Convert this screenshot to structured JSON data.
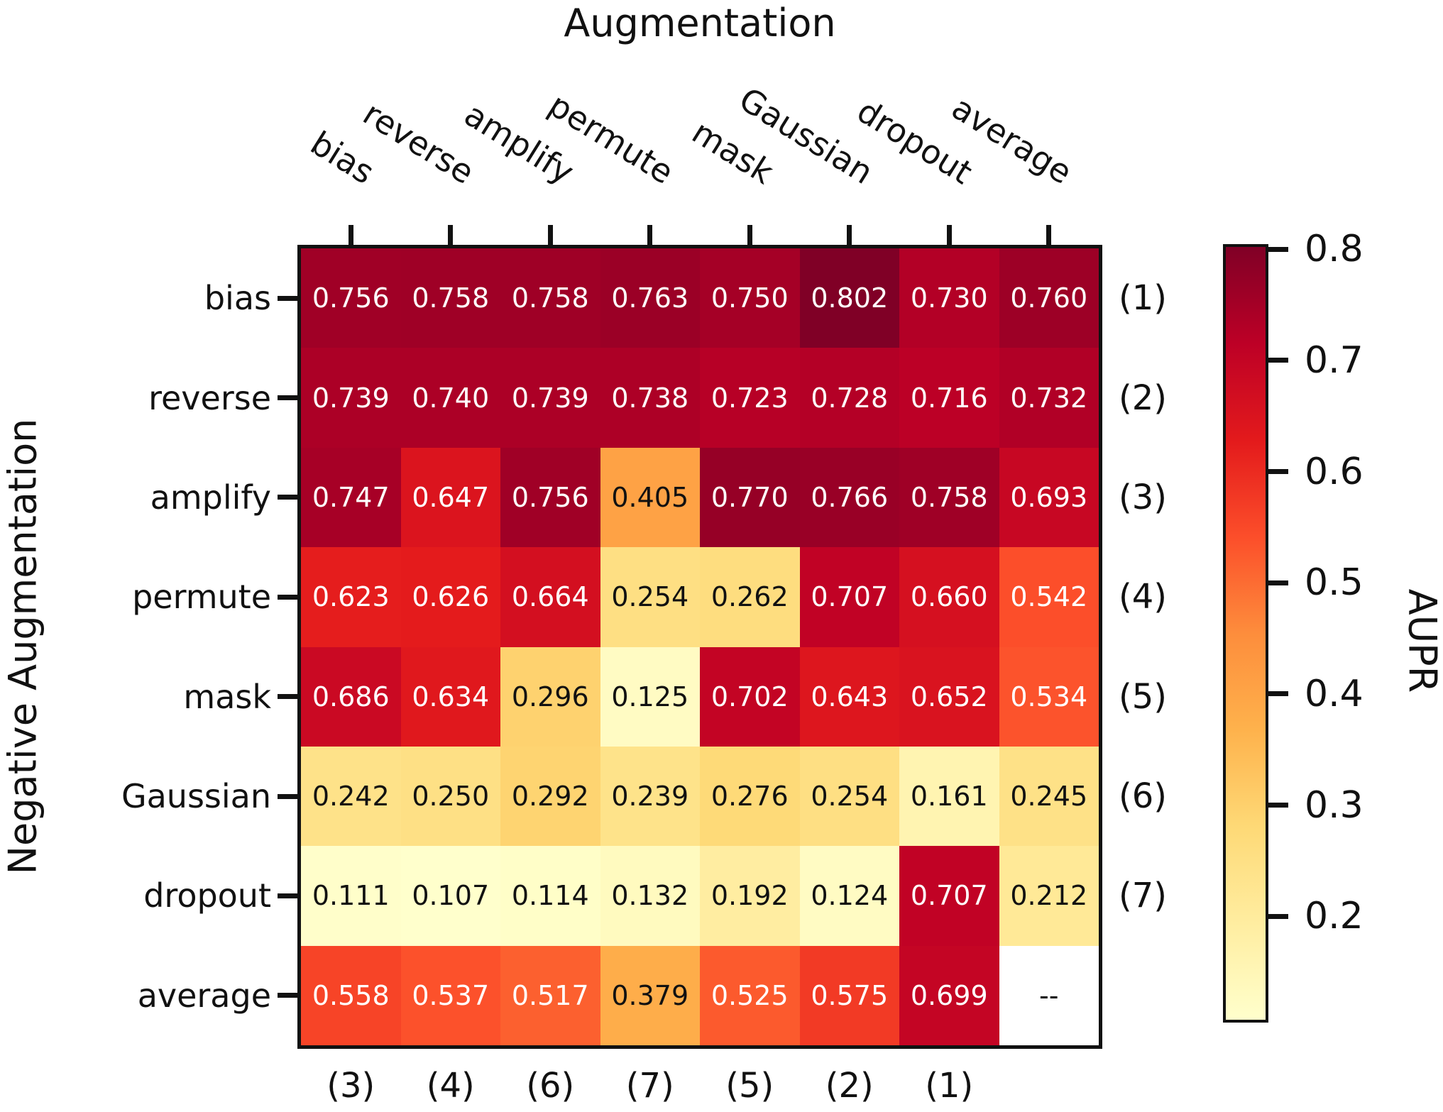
{
  "title": "Augmentation",
  "ylabel": "Negative Augmentation",
  "colorbar": {
    "label": "AUPR",
    "ticks": [
      "0.8",
      "0.7",
      "0.6",
      "0.5",
      "0.4",
      "0.3",
      "0.2"
    ],
    "tick_values": [
      0.8,
      0.7,
      0.6,
      0.5,
      0.4,
      0.3,
      0.2
    ],
    "vmin": 0.107,
    "vmax": 0.802,
    "cmap_colors": [
      "#ffffcc",
      "#ffeda0",
      "#fed976",
      "#feb24c",
      "#fd8d3c",
      "#fc4e2a",
      "#e31a1c",
      "#bd0026",
      "#800026"
    ]
  },
  "chart_data": {
    "type": "heatmap",
    "title": "Augmentation",
    "xlabel": "Augmentation",
    "ylabel": "Negative Augmentation",
    "value_label": "AUPR",
    "columns": [
      "bias",
      "reverse",
      "amplify",
      "permute",
      "mask",
      "Gaussian",
      "dropout",
      "average"
    ],
    "rows": [
      "bias",
      "reverse",
      "amplify",
      "permute",
      "mask",
      "Gaussian",
      "dropout",
      "average"
    ],
    "values": [
      [
        0.756,
        0.758,
        0.758,
        0.763,
        0.75,
        0.802,
        0.73,
        0.76
      ],
      [
        0.739,
        0.74,
        0.739,
        0.738,
        0.723,
        0.728,
        0.716,
        0.732
      ],
      [
        0.747,
        0.647,
        0.756,
        0.405,
        0.77,
        0.766,
        0.758,
        0.693
      ],
      [
        0.623,
        0.626,
        0.664,
        0.254,
        0.262,
        0.707,
        0.66,
        0.542
      ],
      [
        0.686,
        0.634,
        0.296,
        0.125,
        0.702,
        0.643,
        0.652,
        0.534
      ],
      [
        0.242,
        0.25,
        0.292,
        0.239,
        0.276,
        0.254,
        0.161,
        0.245
      ],
      [
        0.111,
        0.107,
        0.114,
        0.132,
        0.192,
        0.124,
        0.707,
        0.212
      ],
      [
        0.558,
        0.537,
        0.517,
        0.379,
        0.525,
        0.575,
        0.699,
        null
      ]
    ],
    "missing_label": "--",
    "row_ranks": [
      "(1)",
      "(2)",
      "(3)",
      "(4)",
      "(5)",
      "(6)",
      "(7)",
      ""
    ],
    "col_ranks": [
      "(3)",
      "(4)",
      "(6)",
      "(7)",
      "(5)",
      "(2)",
      "(1)",
      ""
    ],
    "color_scale": {
      "vmin": 0.107,
      "vmax": 0.802,
      "colormap": "YlOrRd"
    },
    "legend_position": "right-colorbar",
    "grid": false
  }
}
